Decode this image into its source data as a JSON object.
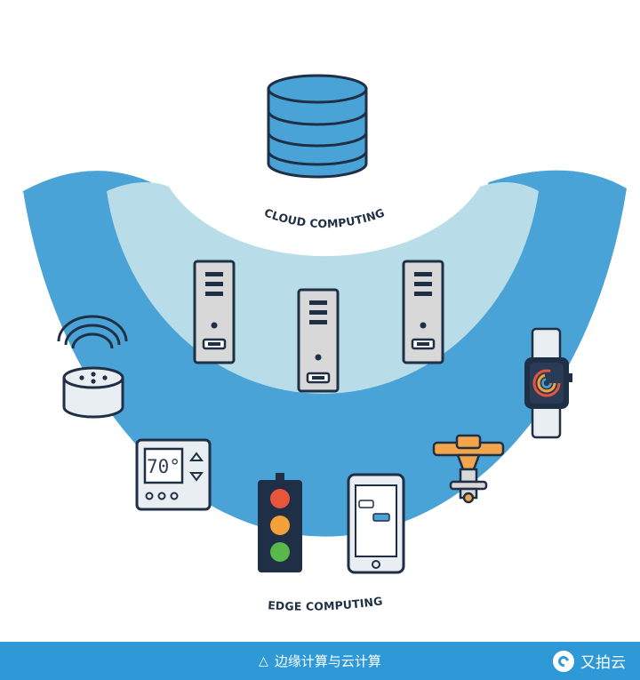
{
  "diagram": {
    "cloud_label": "CLOUD COMPUTING",
    "edge_label": "EDGE COMPUTING",
    "thermostat_display": "70°"
  },
  "caption": {
    "text": "边缘计算与云计算",
    "brand": "又拍云"
  },
  "colors": {
    "outer_blue": "#4aa3d6",
    "inner_light_blue": "#b9dde8",
    "database_blue": "#4aa3d6",
    "outline_navy": "#1f2f45",
    "server_gray": "#d8d8d8",
    "traffic_red": "#e8553a",
    "traffic_amber": "#f5a03a",
    "traffic_green": "#5ab84a",
    "pipe_orange": "#f2a54a",
    "caption_bar": "#2f98d6"
  },
  "icons": [
    "database-icon",
    "server-icon",
    "smart-speaker-icon",
    "thermostat-icon",
    "traffic-light-icon",
    "smartphone-icon",
    "water-valve-icon",
    "smartwatch-icon"
  ]
}
